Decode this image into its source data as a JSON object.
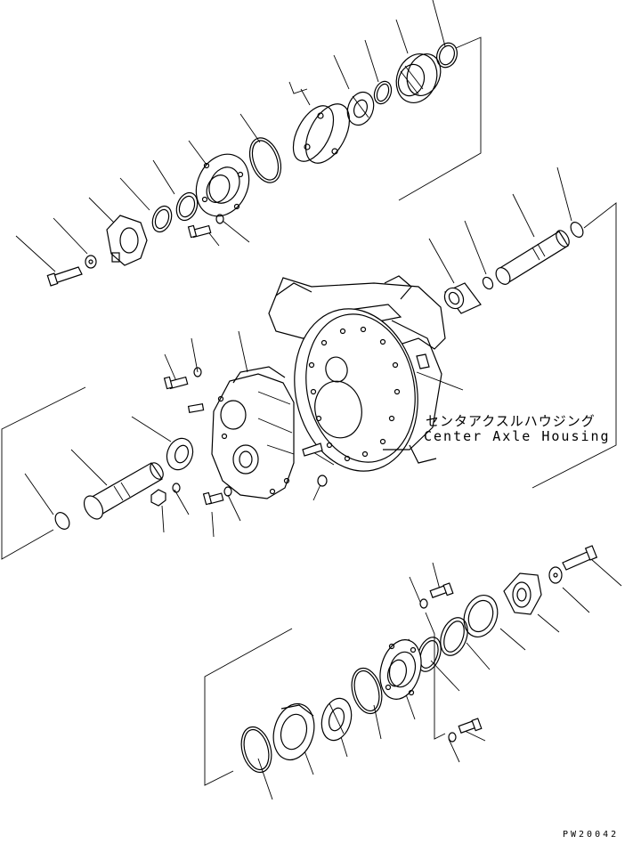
{
  "callout": {
    "japanese": "センタアクスルハウジング",
    "english": "Center Axle Housing"
  },
  "drawing_code": "PW20042"
}
